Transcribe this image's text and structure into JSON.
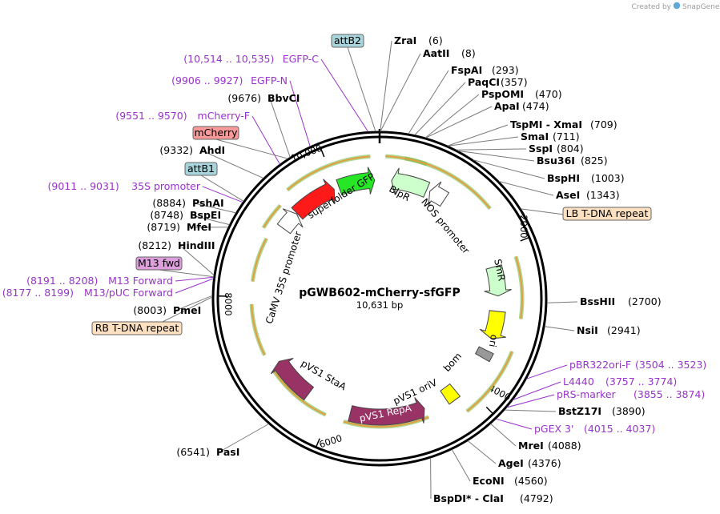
{
  "plasmid": {
    "name": "pGWB602-mCherry-sfGFP",
    "size": "10,631 bp",
    "length": 10631
  },
  "credit": {
    "prefix": "Created by",
    "brand": "SnapGene"
  },
  "colors": {
    "ruler": "#e0a040",
    "ruler_shade": "#6fb740",
    "enzyme": "#000000",
    "primer": "#9933cc",
    "feature_blue": "#a8d4dc",
    "feature_red": "#f89a9a",
    "feature_orange": "#fde0c0",
    "feature_purple": "#dda0dd"
  },
  "ticks": [
    {
      "bp": 2000,
      "label": "2000"
    },
    {
      "bp": 4000,
      "label": "4000"
    },
    {
      "bp": 6000,
      "label": "6000"
    },
    {
      "bp": 8000,
      "label": "8000"
    },
    {
      "bp": 10000,
      "label": "10,000"
    }
  ],
  "features": [
    {
      "name": "superfolder GFP",
      "start": 10040,
      "end": 10560,
      "dir": 1,
      "color": "#26e626",
      "icon": "arrow"
    },
    {
      "name": "mCherry",
      "start": 9330,
      "end": 9965,
      "dir": 1,
      "color": "#ff1a1a",
      "icon": "arrow"
    },
    {
      "name": "CaMV 35S promoter",
      "start": 9040,
      "end": 9320,
      "dir": 1,
      "color": "#ffffff",
      "icon": "arrow"
    },
    {
      "name": "BlpR",
      "start": 170,
      "end": 690,
      "dir": -1,
      "color": "#ccffcc",
      "icon": "arrow"
    },
    {
      "name": "NOS promoter",
      "start": 740,
      "end": 980,
      "dir": -1,
      "color": "#ffffff",
      "icon": "arrow"
    },
    {
      "name": "SmR",
      "start": 2200,
      "end": 2620,
      "dir": 1,
      "color": "#ccffcc",
      "icon": "arrow"
    },
    {
      "name": "ori",
      "start": 2840,
      "end": 3240,
      "dir": 1,
      "color": "#ffff00",
      "icon": "arrow"
    },
    {
      "name": "bom",
      "start": 3420,
      "end": 3540,
      "dir": 1,
      "color": "#999999",
      "icon": "box"
    },
    {
      "name": "pVS1 oriV",
      "start": 4150,
      "end": 4330,
      "dir": 1,
      "color": "#ffff00",
      "icon": "box"
    },
    {
      "name": "pVS1 RepA",
      "start": 4660,
      "end": 5740,
      "dir": -1,
      "color": "#993366",
      "icon": "arrow"
    },
    {
      "name": "pVS1 StaA",
      "start": 6400,
      "end": 7030,
      "dir": 1,
      "color": "#993366",
      "icon": "arrow"
    }
  ],
  "enzymes": [
    {
      "name": "ZraI",
      "pos": "(6)",
      "side": "R",
      "star": false,
      "bp": 6
    },
    {
      "name": "AatII",
      "pos": "(8)",
      "side": "R",
      "star": false,
      "bp": 8
    },
    {
      "name": "FspAI",
      "pos": "(293)",
      "side": "R",
      "star": false,
      "bp": 293
    },
    {
      "name": "PaqCI",
      "pos": "(357)",
      "side": "R",
      "star": false,
      "bp": 357
    },
    {
      "name": "PspOMI",
      "pos": "(470)",
      "side": "R",
      "star": false,
      "bp": 470
    },
    {
      "name": "ApaI",
      "pos": "(474)",
      "side": "R",
      "star": false,
      "bp": 474
    },
    {
      "name": "TspMI - XmaI",
      "pos": "(709)",
      "side": "R",
      "star": false,
      "bp": 709
    },
    {
      "name": "SmaI",
      "pos": "(711)",
      "side": "R",
      "star": false,
      "bp": 711
    },
    {
      "name": "SspI",
      "pos": "(804)",
      "side": "R",
      "star": false,
      "bp": 804
    },
    {
      "name": "Bsu36I",
      "pos": "(825)",
      "side": "R",
      "star": false,
      "bp": 825
    },
    {
      "name": "BspHI",
      "pos": "(1003)",
      "side": "R",
      "star": true,
      "bp": 1003
    },
    {
      "name": "AseI",
      "pos": "(1343)",
      "side": "R",
      "star": false,
      "bp": 1343
    },
    {
      "name": "BssHII",
      "pos": "(2700)",
      "side": "R",
      "star": false,
      "bp": 2700
    },
    {
      "name": "NsiI",
      "pos": "(2941)",
      "side": "R",
      "star": false,
      "bp": 2941
    },
    {
      "name": "BstZ17I",
      "pos": "(3890)",
      "side": "R",
      "star": false,
      "bp": 3890
    },
    {
      "name": "MreI",
      "pos": "(4088)",
      "side": "R",
      "star": false,
      "bp": 4088
    },
    {
      "name": "AgeI",
      "pos": "(4376)",
      "side": "R",
      "star": false,
      "bp": 4376
    },
    {
      "name": "EcoNI",
      "pos": "(4560)",
      "side": "R",
      "star": false,
      "bp": 4560
    },
    {
      "name": "BspDI* - ClaI",
      "pos": "(4792)",
      "side": "R",
      "star": true,
      "bp": 4792
    },
    {
      "name": "PasI",
      "pos": "(6541)",
      "side": "L",
      "star": false,
      "bp": 6541
    },
    {
      "name": "PmeI",
      "pos": "(8003)",
      "side": "L",
      "star": false,
      "bp": 8003
    },
    {
      "name": "HindIII",
      "pos": "(8212)",
      "side": "L",
      "star": false,
      "bp": 8212
    },
    {
      "name": "MfeI",
      "pos": "(8719)",
      "side": "L",
      "star": false,
      "bp": 8719
    },
    {
      "name": "BspEI",
      "pos": "(8748)",
      "side": "L",
      "star": false,
      "bp": 8748
    },
    {
      "name": "PshAI",
      "pos": "(8884)",
      "side": "L",
      "star": false,
      "bp": 8884
    },
    {
      "name": "AhdI",
      "pos": "(9332)",
      "side": "L",
      "star": false,
      "bp": 9332
    },
    {
      "name": "BbvCI",
      "pos": "(9676)",
      "side": "L",
      "star": false,
      "bp": 9676
    }
  ],
  "primers": [
    {
      "name": "pBR322ori-F",
      "range": "(3504 .. 3523)",
      "side": "R",
      "bp": 3504
    },
    {
      "name": "L4440",
      "range": "(3757 .. 3774)",
      "side": "R",
      "bp": 3757
    },
    {
      "name": "pRS-marker",
      "range": "(3855 .. 3874)",
      "side": "R",
      "bp": 3855
    },
    {
      "name": "pGEX 3'",
      "range": "(4015 .. 4037)",
      "side": "R",
      "bp": 4015
    },
    {
      "name": "M13 Forward",
      "range": "(8191 .. 8208)",
      "side": "L",
      "bp": 8191
    },
    {
      "name": "M13/pUC Forward",
      "range": "(8177 .. 8199)",
      "side": "L",
      "bp": 8177
    },
    {
      "name": "35S promoter",
      "range": "(9011 .. 9031)",
      "side": "L",
      "bp": 9011
    },
    {
      "name": "mCherry-F",
      "range": "(9551 .. 9570)",
      "side": "L",
      "bp": 9551
    },
    {
      "name": "EGFP-N",
      "range": "(9906 .. 9927)",
      "side": "L",
      "bp": 9906
    },
    {
      "name": "EGFP-C",
      "range": "(10,514 .. 10,535)",
      "side": "L",
      "bp": 10514
    }
  ],
  "boxes": [
    {
      "name": "attB2",
      "color": "#a8d4dc",
      "bp": 10590
    },
    {
      "name": "mCherry",
      "color": "#f89a9a",
      "bp": 9650
    },
    {
      "name": "attB1",
      "color": "#a8d4dc",
      "bp": 9025
    },
    {
      "name": "LB T-DNA repeat",
      "color": "#fde0c0",
      "bp": 1700
    },
    {
      "name": "M13 fwd",
      "color": "#dda0dd",
      "bp": 8195
    },
    {
      "name": "RB T-DNA repeat",
      "color": "#fde0c0",
      "bp": 7990
    }
  ]
}
